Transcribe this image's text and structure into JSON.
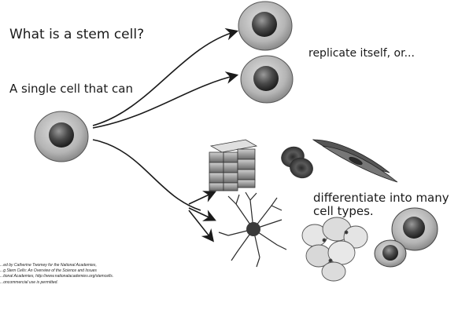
{
  "diagram": {
    "title": "What is a stem cell?",
    "definition_label": "A single cell that can",
    "replicate_label": "replicate itself, or...",
    "differentiate_line1": "differentiate into many",
    "differentiate_line2": "cell types.",
    "credit_lines": [
      "...ed by Catherine Twomey for the National Academies,",
      "...g Stem Cells: An Overview of the Science and Issues",
      "...tional Academies, http://www.nationalacademies.org/stemcells.",
      "...oncommercial use is permitted."
    ]
  },
  "colors": {
    "text": "#1a1a1a",
    "cell_body": "#bdbdbd",
    "nucleus": "#4a4a4a",
    "arrow": "#1a1a1a"
  }
}
